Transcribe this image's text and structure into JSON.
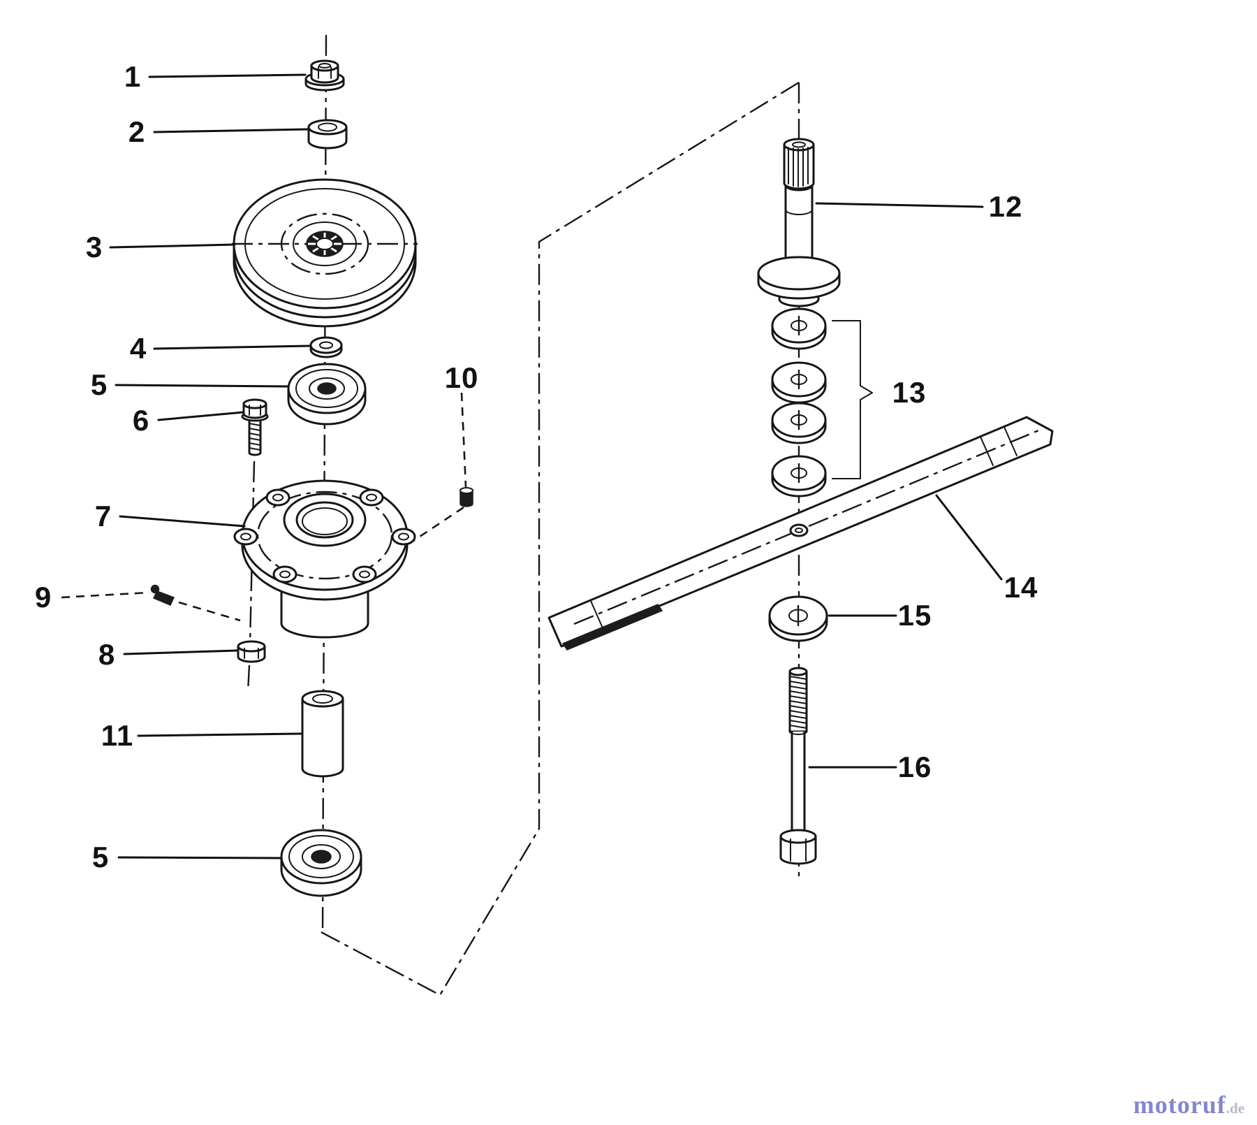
{
  "callouts": [
    {
      "ref": "1"
    },
    {
      "ref": "2"
    },
    {
      "ref": "3"
    },
    {
      "ref": "4"
    },
    {
      "ref": "5"
    },
    {
      "ref": "6"
    },
    {
      "ref": "7"
    },
    {
      "ref": "8"
    },
    {
      "ref": "9"
    },
    {
      "ref": "10"
    },
    {
      "ref": "11"
    },
    {
      "ref": "5"
    },
    {
      "ref": "12"
    },
    {
      "ref": "13"
    },
    {
      "ref": "14"
    },
    {
      "ref": "15"
    },
    {
      "ref": "16"
    }
  ],
  "watermark": {
    "brand": "motoruf",
    "suffix": ".de"
  }
}
